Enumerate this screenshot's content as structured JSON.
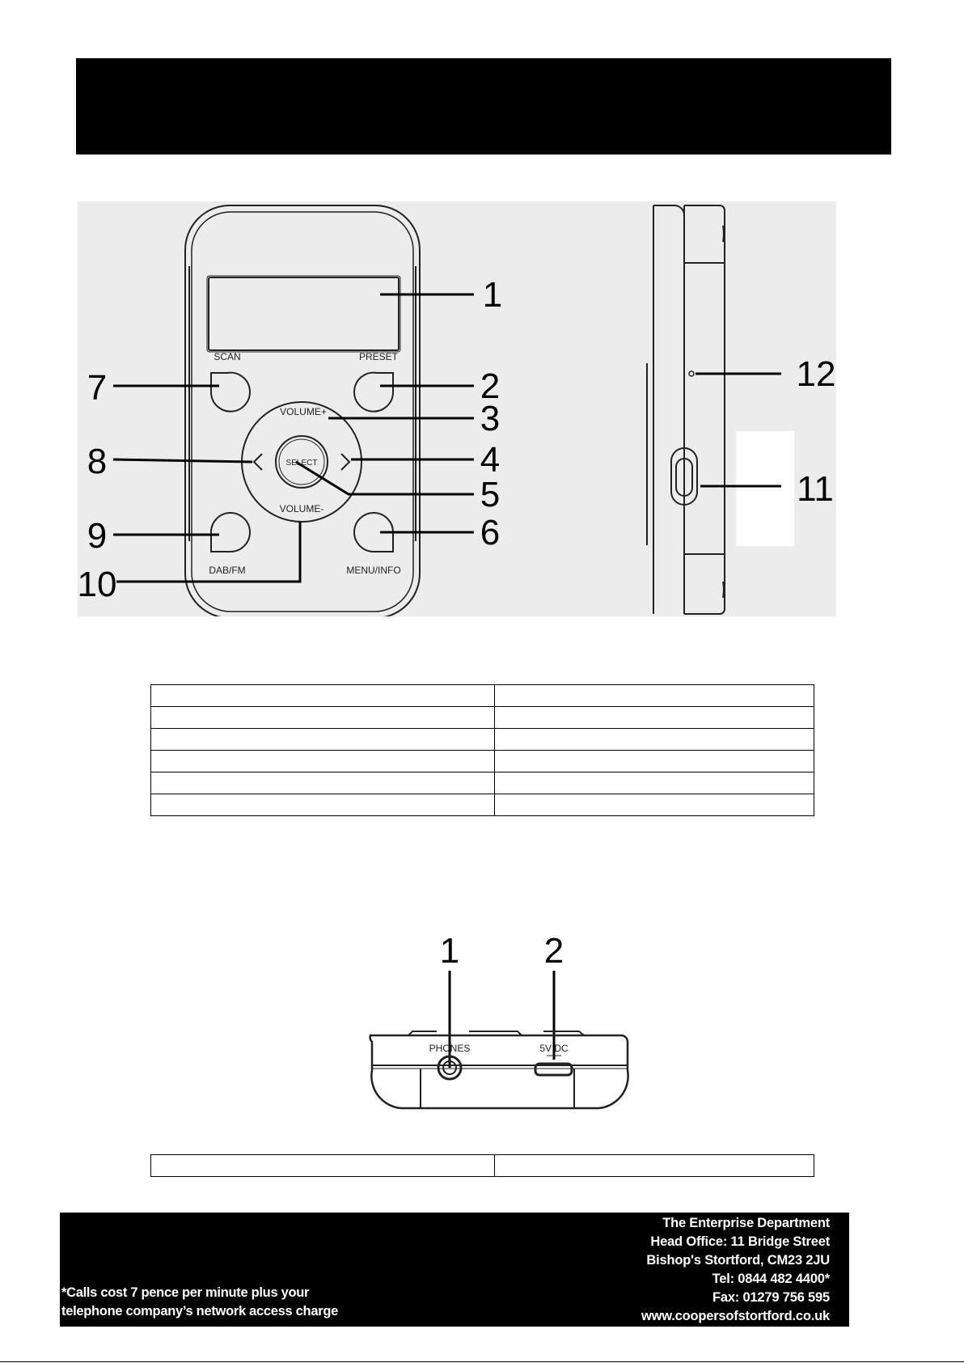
{
  "device_front": {
    "labels": {
      "scan": "SCAN",
      "preset": "PRESET",
      "volume_up": "VOLUME+",
      "select": "SELECT",
      "volume_down": "VOLUME-",
      "dab_fm": "DAB/FM",
      "menu_info": "MENU/INFO"
    },
    "callouts": [
      "1",
      "2",
      "3",
      "4",
      "5",
      "6",
      "7",
      "8",
      "9",
      "10",
      "11",
      "12"
    ]
  },
  "device_bottom": {
    "labels": {
      "phones": "PHONES",
      "dc": "5V DC"
    },
    "callouts": [
      "1",
      "2"
    ]
  },
  "table_front": {
    "rows": 6,
    "cols": 2
  },
  "table_bottom": {
    "rows": 1,
    "cols": 2
  },
  "footer": {
    "note_line1": "*Calls cost 7 pence per minute plus your",
    "note_line2": "telephone company’s  network access charge",
    "department": "The Enterprise Department",
    "head_office": "Head Office:  11 Bridge Street",
    "town": "Bishop's Stortford, CM23 2JU",
    "tel": "Tel: 0844 482 4400*",
    "fax": "Fax: 01279 756 595",
    "web": "www.coopersofstortford.co.uk"
  }
}
